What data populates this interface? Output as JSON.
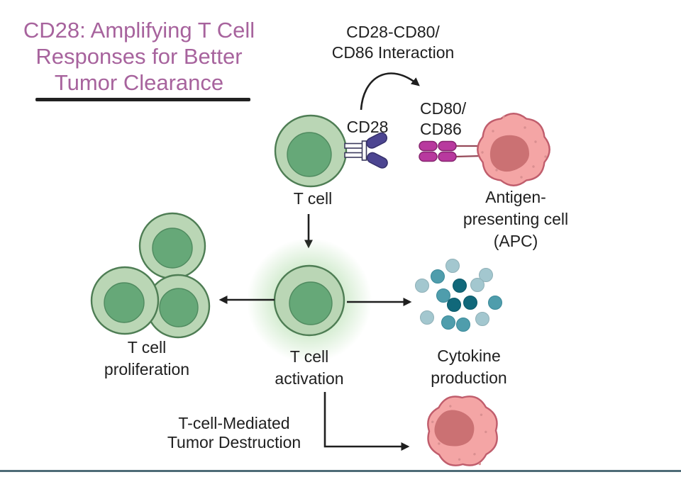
{
  "title": {
    "text": "CD28: Amplifying T Cell\nResponses for Better\nTumor Clearance"
  },
  "labels": {
    "interaction": "CD28-CD80/\nCD86 Interaction",
    "cd28": "CD28",
    "cd80_cd86": "CD80/\nCD86",
    "t_cell": "T cell",
    "apc": "Antigen-\npresenting cell\n(APC)",
    "proliferation": "T cell\nproliferation",
    "activation": "T cell\nactivation",
    "cytokine": "Cytokine\nproduction",
    "tumor_destruction": "T-cell-Mediated\nTumor Destruction"
  },
  "icons": {
    "t_cell": "green-cell-with-nucleus",
    "cd28_receptor": "blue-v-shaped-receptor",
    "cd80_cd86_ligand": "magenta-paired-pills",
    "apc_cell": "pink-spiky-cell",
    "activated_t_cell": "green-cell-with-glow",
    "t_cell_cluster": "three-green-cells",
    "cytokines": "teal-dot-cloud",
    "tumor_cell": "pink-spiky-cell"
  },
  "colors": {
    "title-purple": "#a7639d",
    "ink": "#1f1f1f",
    "underline-black": "#212121",
    "cell-fill": "#bad6b5",
    "cell-stroke": "#4e7d54",
    "nucleus-fill": "#66a878",
    "nucleus-stroke": "#4f8a5f",
    "glow-green": "#8fce86",
    "cd28-blue": "#4c4591",
    "cd28-stroke": "#35306b",
    "ligand-magenta": "#b8399e",
    "ligand-stroke": "#86256f",
    "ligand-line": "#964a59",
    "apc-fill": "#f4a5a5",
    "apc-stroke": "#c05d6c",
    "apc-nucleus": "#cb7173",
    "apc-dots": "#d98f90",
    "cytokine-light": "#a3c7cf",
    "cytokine-medium": "#4f9dac",
    "cytokine-dark": "#11687a",
    "divider-slate": "#4e6b77"
  }
}
